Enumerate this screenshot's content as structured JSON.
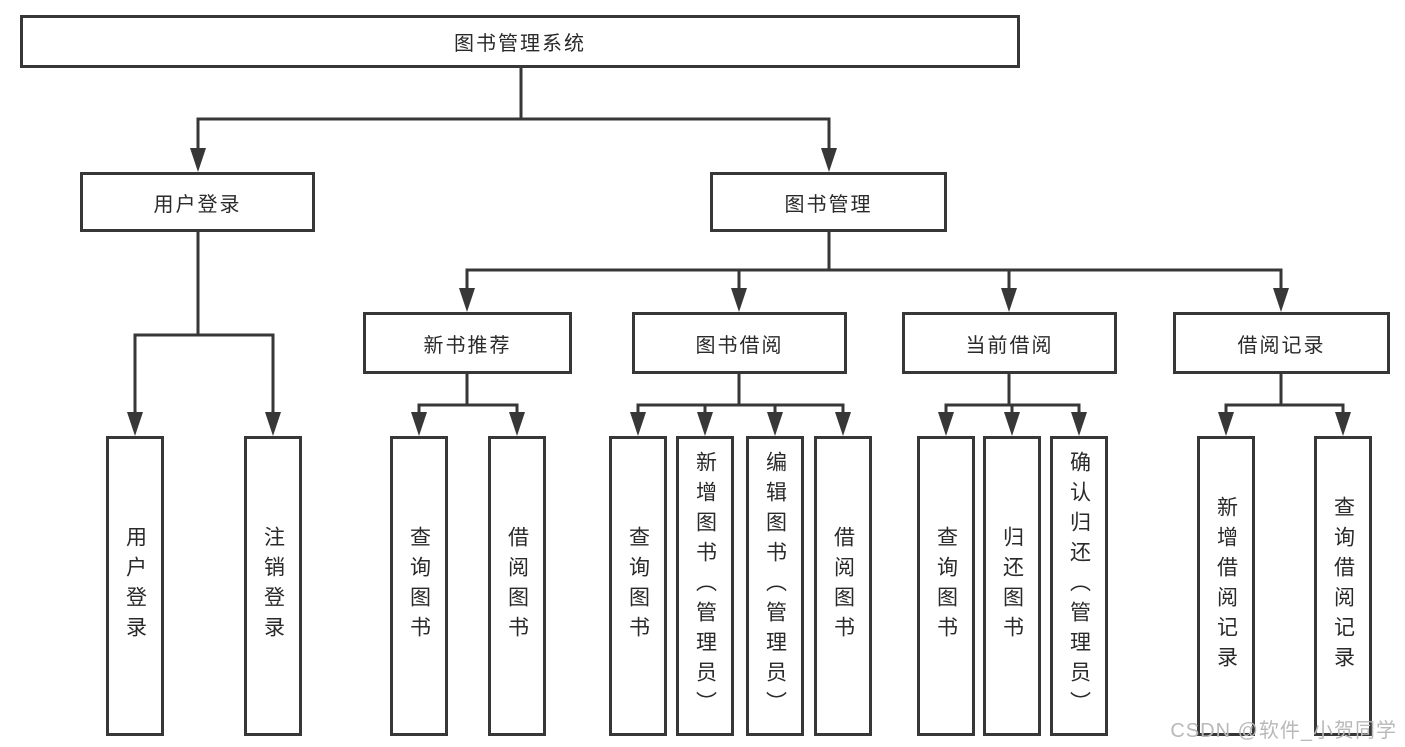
{
  "diagram": {
    "type": "hierarchy-tree",
    "tree": {
      "label": "图书管理系统",
      "children": [
        {
          "label": "用户登录",
          "children": [
            {
              "label": "用户登录"
            },
            {
              "label": "注销登录"
            }
          ]
        },
        {
          "label": "图书管理",
          "children": [
            {
              "label": "新书推荐",
              "children": [
                {
                  "label": "查询图书"
                },
                {
                  "label": "借阅图书"
                }
              ]
            },
            {
              "label": "图书借阅",
              "children": [
                {
                  "label": "查询图书"
                },
                {
                  "label": "新增图书（管理员）"
                },
                {
                  "label": "编辑图书（管理员）"
                },
                {
                  "label": "借阅图书"
                }
              ]
            },
            {
              "label": "当前借阅",
              "children": [
                {
                  "label": "查询图书"
                },
                {
                  "label": "归还图书"
                },
                {
                  "label": "确认归还（管理员）"
                }
              ]
            },
            {
              "label": "借阅记录",
              "children": [
                {
                  "label": "新增借阅记录"
                },
                {
                  "label": "查询借阅记录"
                }
              ]
            }
          ]
        }
      ]
    },
    "colors": {
      "line": "#373737",
      "border": "#373737",
      "text": "#2a2a2a",
      "background": "#ffffff",
      "watermark": "#b9b9b9"
    }
  },
  "watermark": {
    "text": "CSDN @软件_小贺同学"
  }
}
